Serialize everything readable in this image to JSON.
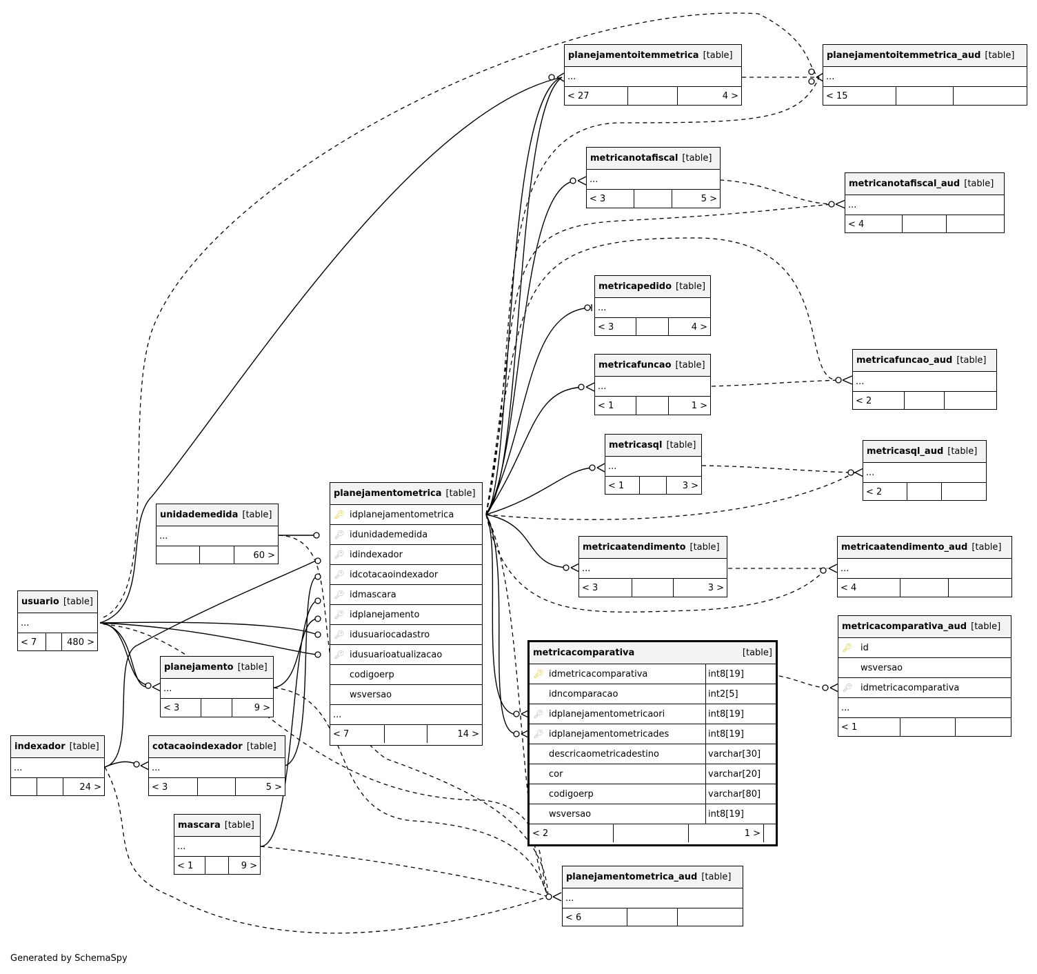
{
  "generated_by": "Generated by SchemaSpy",
  "type_label": "[table]",
  "ellipsis": "...",
  "tables": {
    "planejamentoitemmetrica": {
      "name": "planejamentoitemmetrica",
      "parents": "< 27",
      "children": "4 >"
    },
    "planejamentoitemmetrica_aud": {
      "name": "planejamentoitemmetrica_aud",
      "parents": "< 15",
      "children": ""
    },
    "metricanotafiscal": {
      "name": "metricanotafiscal",
      "parents": "< 3",
      "children": "5 >"
    },
    "metricanotafiscal_aud": {
      "name": "metricanotafiscal_aud",
      "parents": "< 4",
      "children": ""
    },
    "metricapedido": {
      "name": "metricapedido",
      "parents": "< 3",
      "children": "4 >"
    },
    "metricafuncao": {
      "name": "metricafuncao",
      "parents": "< 1",
      "children": "1 >"
    },
    "metricafuncao_aud": {
      "name": "metricafuncao_aud",
      "parents": "< 2",
      "children": ""
    },
    "metricasql": {
      "name": "metricasql",
      "parents": "< 1",
      "children": "3 >"
    },
    "metricasql_aud": {
      "name": "metricasql_aud",
      "parents": "< 2",
      "children": ""
    },
    "metricaatendimento": {
      "name": "metricaatendimento",
      "parents": "< 3",
      "children": "3 >"
    },
    "metricaatendimento_aud": {
      "name": "metricaatendimento_aud",
      "parents": "< 4",
      "children": ""
    },
    "unidademedida": {
      "name": "unidademedida",
      "parents": "",
      "children": "60 >"
    },
    "usuario": {
      "name": "usuario",
      "parents": "< 7",
      "children": "480 >"
    },
    "planejamento": {
      "name": "planejamento",
      "parents": "< 3",
      "children": "9 >"
    },
    "indexador": {
      "name": "indexador",
      "parents": "",
      "children": "24 >"
    },
    "cotacaoindexador": {
      "name": "cotacaoindexador",
      "parents": "< 3",
      "children": "5 >"
    },
    "mascara": {
      "name": "mascara",
      "parents": "< 1",
      "children": "9 >"
    },
    "planejamentometrica_aud": {
      "name": "planejamentometrica_aud",
      "parents": "< 6",
      "children": ""
    },
    "planejamentometrica": {
      "name": "planejamentometrica",
      "parents": "< 7",
      "children": "14 >",
      "columns": [
        "idplanejamentometrica",
        "idunidademedida",
        "idindexador",
        "idcotacaoindexador",
        "idmascara",
        "idplanejamento",
        "idusuariocadastro",
        "idusuarioatualizacao",
        "codigoerp",
        "wsversao"
      ]
    },
    "metricacomparativa": {
      "name": "metricacomparativa",
      "parents": "< 2",
      "children": "1 >",
      "columns": [
        {
          "name": "idmetricacomparativa",
          "type": "int8[19]"
        },
        {
          "name": "idncomparacao",
          "type": "int2[5]"
        },
        {
          "name": "idplanejamentometricaori",
          "type": "int8[19]"
        },
        {
          "name": "idplanejamentometricades",
          "type": "int8[19]"
        },
        {
          "name": "descricaometricadestino",
          "type": "varchar[30]"
        },
        {
          "name": "cor",
          "type": "varchar[20]"
        },
        {
          "name": "codigoerp",
          "type": "varchar[80]"
        },
        {
          "name": "wsversao",
          "type": "int8[19]"
        }
      ]
    },
    "metricacomparativa_aud": {
      "name": "metricacomparativa_aud",
      "parents": "< 1",
      "children": "",
      "columns": [
        "id",
        "wsversao",
        "idmetricacomparativa"
      ]
    }
  }
}
